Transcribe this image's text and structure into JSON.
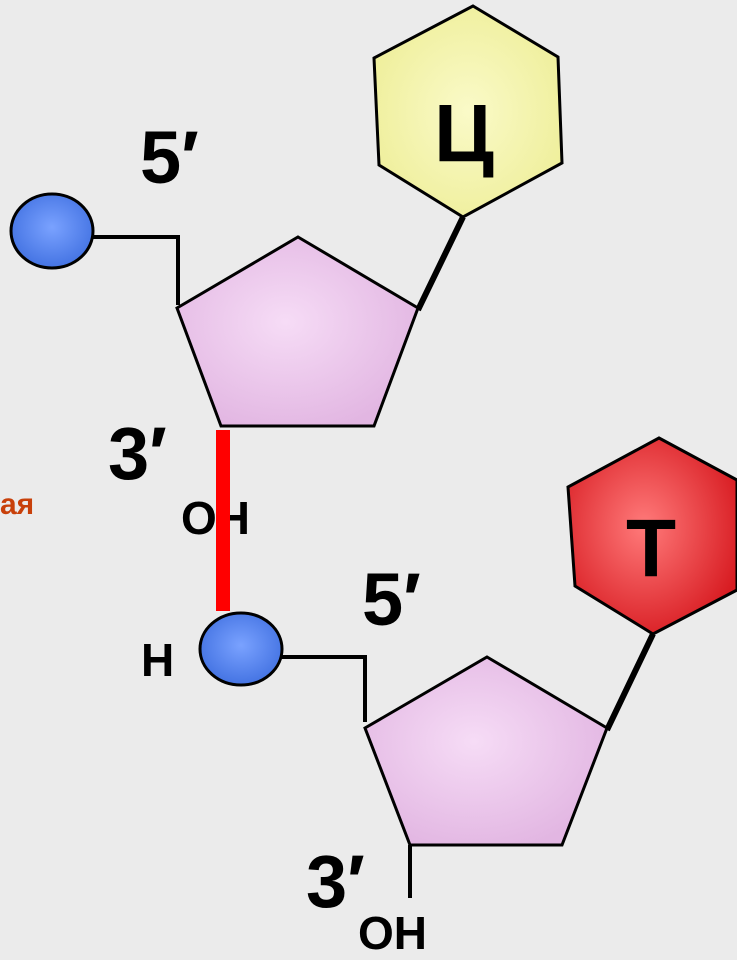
{
  "nucleotide_top": {
    "base_label": "Ц",
    "base_color": "#f0f0a0",
    "prime5_label": "5′",
    "prime3_label": "3′",
    "hydroxyl_label": "OH"
  },
  "nucleotide_bottom": {
    "base_label": "Т",
    "base_color": "#e3282c",
    "prime5_label": "5′",
    "prime3_label": "3′",
    "hydroxyl_label": "OH",
    "hydrogen_label": "H"
  },
  "side_caption": "ая",
  "colors": {
    "background": "#ebebeb",
    "sugar": "#e6bde6",
    "phosphate": "#4a78e8",
    "bond": "#ff0000",
    "caption": "#c8400a"
  }
}
